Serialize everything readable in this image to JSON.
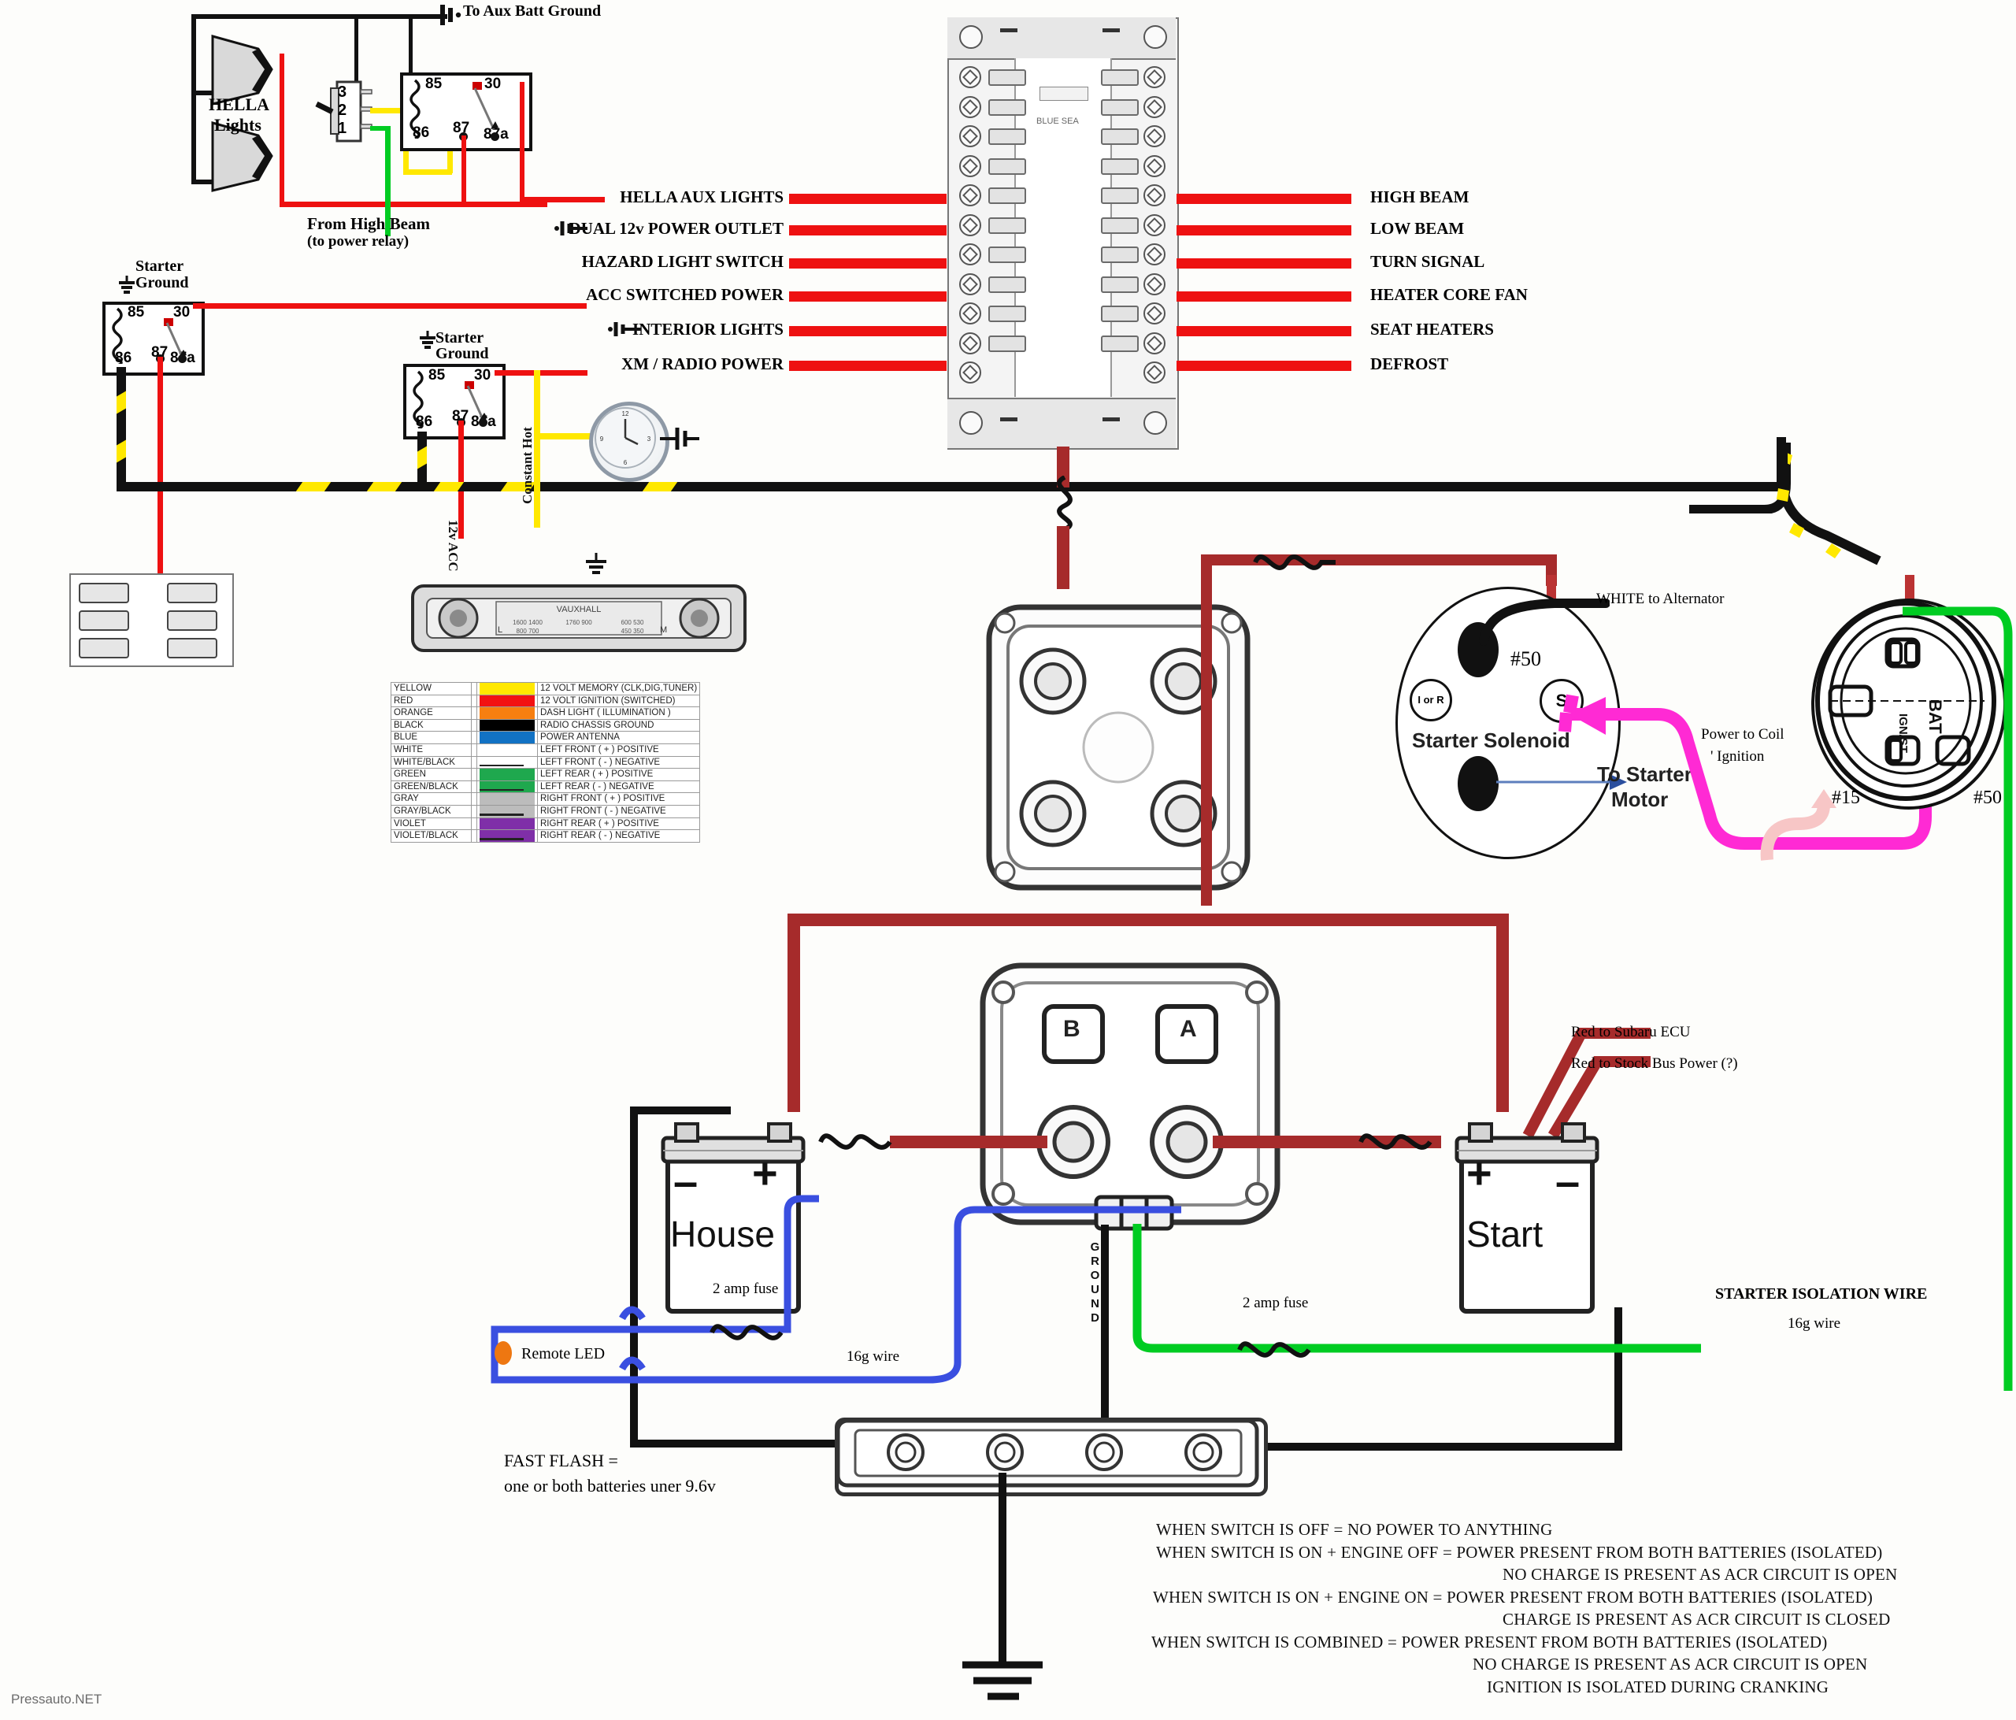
{
  "meta": {
    "watermark": "Pressauto.NET"
  },
  "top_left": {
    "hella_label": "HELLA\nLights",
    "hella_line1": "HELLA",
    "hella_line2": "Lights",
    "aux_ground_label": "To Aux Batt Ground",
    "high_beam_line1": "From High Beam",
    "high_beam_line2": "(to power relay)"
  },
  "relays": {
    "pin_85": "85",
    "pin_86": "86",
    "pin_30": "30",
    "pin_87": "87",
    "pin_87a": "87a",
    "starter_ground_line1": "Starter",
    "starter_ground_line2": "Ground"
  },
  "switch": {
    "pin3": "3",
    "pin2": "2",
    "pin1": "1"
  },
  "fuse_labels_left": [
    "HELLA AUX LIGHTS",
    "DUAL 12v POWER OUTLET",
    "HAZARD LIGHT SWITCH",
    "ACC SWITCHED POWER",
    "INTERIOR LIGHTS",
    "XM / RADIO POWER"
  ],
  "fuse_labels_right": [
    "HIGH  BEAM",
    "LOW BEAM",
    "TURN SIGNAL",
    "HEATER CORE FAN",
    "SEAT HEATERS",
    "DEFROST"
  ],
  "wire_notes": {
    "constant_hot": "Constant Hot",
    "acc_12v": "12v  ACC",
    "ground_vertical": "GROUND"
  },
  "radio_table": {
    "rows": [
      {
        "color": "YELLOW",
        "hex": "#ffe800",
        "stripe": false,
        "desc": "12 VOLT MEMORY (CLK,DIG,TUNER)"
      },
      {
        "color": "RED",
        "hex": "#f21212",
        "stripe": false,
        "desc": "12 VOLT IGNITION (SWITCHED)"
      },
      {
        "color": "ORANGE",
        "hex": "#f77f10",
        "stripe": false,
        "desc": "DASH LIGHT ( ILLUMINATION )"
      },
      {
        "color": "BLACK",
        "hex": "#000000",
        "stripe": false,
        "desc": "RADIO CHASSIS GROUND"
      },
      {
        "color": "BLUE",
        "hex": "#1272c4",
        "stripe": false,
        "desc": "POWER ANTENNA"
      },
      {
        "color": "WHITE",
        "hex": "#ffffff",
        "stripe": false,
        "desc": "LEFT FRONT ( + ) POSITIVE"
      },
      {
        "color": "WHITE/BLACK",
        "hex": "#ffffff",
        "stripe": true,
        "desc": "LEFT FRONT ( -  ) NEGATIVE"
      },
      {
        "color": "GREEN",
        "hex": "#1fa84e",
        "stripe": false,
        "desc": "LEFT REAR ( + ) POSITIVE"
      },
      {
        "color": "GREEN/BLACK",
        "hex": "#1fa84e",
        "stripe": true,
        "desc": "LEFT REAR ( -  ) NEGATIVE"
      },
      {
        "color": "GRAY",
        "hex": "#bcbcbc",
        "stripe": false,
        "desc": "RIGHT FRONT ( + ) POSITIVE"
      },
      {
        "color": "GRAY/BLACK",
        "hex": "#bcbcbc",
        "stripe": true,
        "desc": "RIGHT FRONT ( -  ) NEGATIVE"
      },
      {
        "color": "VIOLET",
        "hex": "#7f2fa8",
        "stripe": false,
        "desc": "RIGHT REAR ( + ) POSITIVE"
      },
      {
        "color": "VIOLET/BLACK",
        "hex": "#7f2fa8",
        "stripe": true,
        "desc": "RIGHT REAR ( -  ) NEGATIVE"
      }
    ]
  },
  "solenoid": {
    "title": "Starter Solenoid",
    "white_to_alt": "WHITE to Alternator",
    "terminal_50": "#50",
    "terminal_S": "S",
    "terminal_IorR": "I or R",
    "to_starter_line1": "To Starter",
    "to_starter_line2": "Motor"
  },
  "ignition": {
    "power_to_coil_line1": "Power to Coil",
    "power_to_coil_line2": "' Ignition",
    "terminal_15": "#15",
    "terminal_50": "#50",
    "bat_label": "BAT"
  },
  "acr": {
    "post_b": "B",
    "post_a": "A",
    "ecu_note": "Red to Subaru ECU",
    "bus_note": "Red to Stock Bus Power (?)"
  },
  "batteries": {
    "house": "House",
    "start": "Start",
    "minus": "–",
    "plus": "+"
  },
  "bottom_wiring": {
    "fuse_left": "2 amp fuse",
    "fuse_right": "2 amp fuse",
    "remote_led": "Remote LED",
    "wire_16g_left": "16g wire",
    "wire_16g_right": "16g wire",
    "starter_isolation": "STARTER ISOLATION WIRE",
    "fast_flash_line1": "FAST FLASH =",
    "fast_flash_line2": "one or both batteries uner 9.6v"
  },
  "notes": [
    "WHEN SWITCH IS OFF = NO POWER TO ANYTHING",
    "WHEN SWITCH IS ON + ENGINE OFF = POWER PRESENT FROM BOTH BATTERIES (ISOLATED)",
    "NO CHARGE IS PRESENT AS ACR CIRCUIT IS OPEN",
    "WHEN SWITCH IS ON + ENGINE ON = POWER PRESENT FROM BOTH BATTERIES (ISOLATED)",
    "CHARGE IS PRESENT AS ACR CIRCUIT IS CLOSED",
    "WHEN SWITCH IS COMBINED =  POWER PRESENT FROM BOTH BATTERIES (ISOLATED)",
    "NO CHARGE IS PRESENT AS ACR CIRCUIT IS OPEN",
    "IGNITION IS ISOLATED DURING CRANKING"
  ],
  "colors": {
    "red": "#ee1111",
    "dark_red": "#a62b2b",
    "green": "#00cc22",
    "blue": "#3a4fe0",
    "yellow": "#ffe800",
    "magenta": "#ff2ad4",
    "black": "#111111",
    "orange_led": "#ee7711"
  }
}
